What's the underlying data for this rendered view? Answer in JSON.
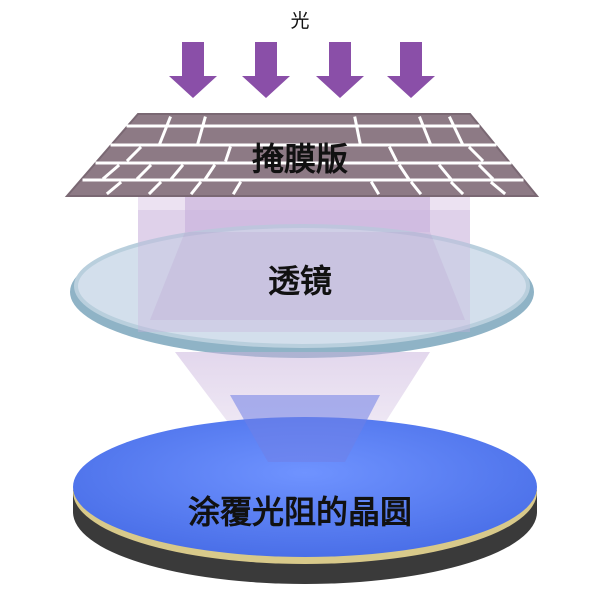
{
  "labels": {
    "light": "光",
    "mask": "掩膜版",
    "lens": "透镜",
    "wafer": "涂覆光阻的晶圆"
  },
  "colors": {
    "arrow": "#8a4fa8",
    "mask_fill": "#8d7a85",
    "mask_lines": "#ffffff",
    "beam": "#c9b3dc",
    "lens_fill": "#d7e2ee",
    "lens_rim": "#8fb3c6",
    "wafer_top": "#5a7ff0",
    "wafer_band": "#d8c98a",
    "wafer_base": "#3a3a3a"
  },
  "icons": {
    "arrow": "down-arrow-icon"
  }
}
